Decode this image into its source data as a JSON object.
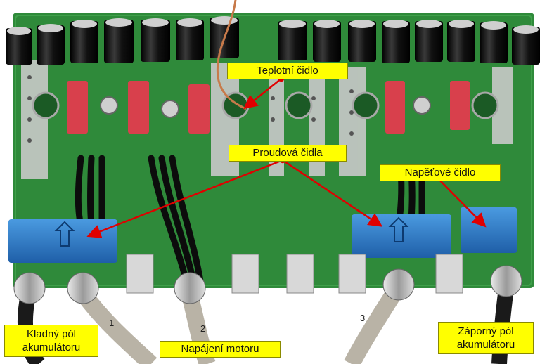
{
  "labels": {
    "temperature_sensor": "Teplotní čidlo",
    "current_sensors": "Proudová čidla",
    "voltage_sensor": "Napěťové čidlo",
    "battery_positive_line1": "Kladný pól",
    "battery_positive_line2": "akumulátoru",
    "motor_supply": "Napájení motoru",
    "battery_negative_line1": "Záporný pól",
    "battery_negative_line2": "akumulátoru"
  },
  "colors": {
    "pcb": "#2f8a3a",
    "label_bg": "#ffff00",
    "arrow": "#e00000",
    "sensor_blue": "#2a78c8",
    "capacitor": "#1a1a1a"
  },
  "cable_numbers": [
    "1",
    "2",
    "3"
  ]
}
